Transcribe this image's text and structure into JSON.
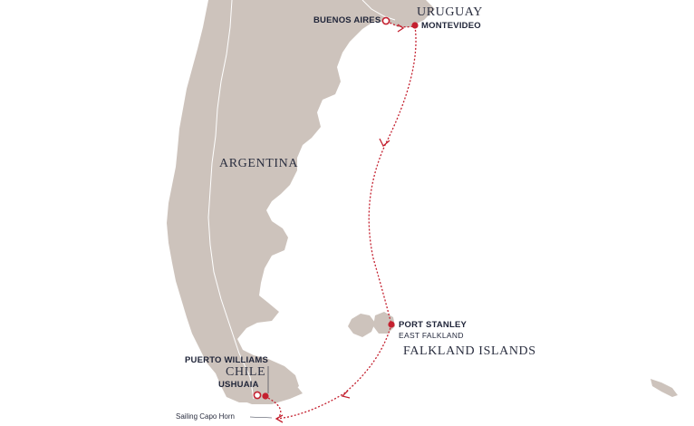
{
  "map": {
    "countries": {
      "argentina": "ARGENTINA",
      "uruguay": "URUGUAY",
      "chile": "CHILE",
      "falklands": "FALKLAND ISLANDS"
    },
    "ports": {
      "buenos_aires": "BUENOS AIRES",
      "montevideo": "MONTEVIDEO",
      "port_stanley": "PORT STANLEY",
      "port_stanley_sub": "EAST FALKLAND",
      "puerto_williams": "PUERTO WILLIAMS",
      "ushuaia": "USHUAIA"
    },
    "notes": {
      "cape_horn": "Sailing Capo Horn"
    },
    "colors": {
      "land": "#cdc3bc",
      "border": "#ffffff",
      "route": "#c4202f",
      "text": "#1f2438",
      "sea": "#ffffff"
    }
  }
}
